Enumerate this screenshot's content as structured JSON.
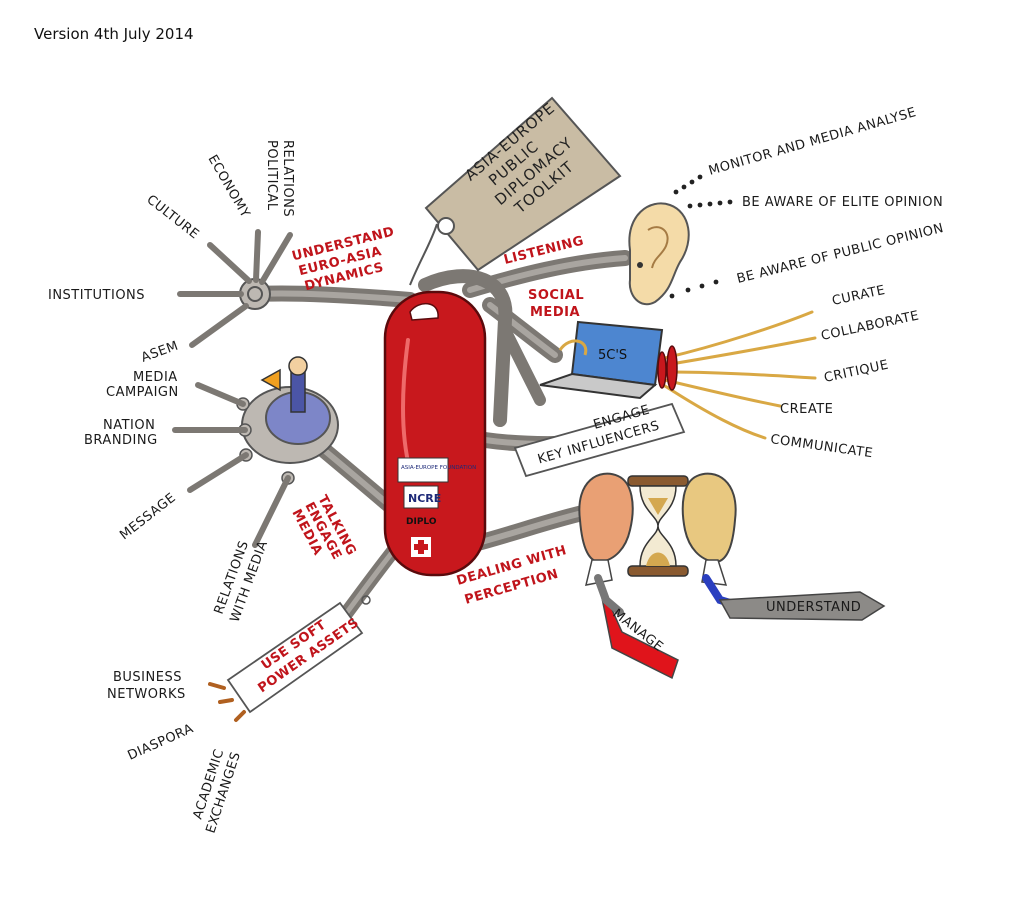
{
  "version": "Version 4th July 2014",
  "center_tag": [
    "ASIA-EUROPE",
    "PUBLIC",
    "DIPLOMACY",
    "TOOLKIT"
  ],
  "knife_logos": [
    "ASIA-EUROPE FOUNDATION",
    "NCRE",
    "DIPLO"
  ],
  "understand_branch": {
    "title": [
      "UNDERSTAND",
      "EURO-ASIA",
      "DYNAMICS"
    ],
    "items": [
      "POLITICAL",
      "RELATIONS",
      "ECONOMY",
      "CULTURE",
      "INSTITUTIONS",
      "ASEM"
    ]
  },
  "talking_branch": {
    "title": [
      "TALKING",
      "ENGAGE",
      "MEDIA"
    ],
    "items": [
      "MEDIA",
      "CAMPAIGN",
      "NATION",
      "BRANDING",
      "MESSAGE",
      "RELATIONS",
      "WITH MEDIA"
    ]
  },
  "soft_power_branch": {
    "title": [
      "USE SOFT",
      "POWER ASSETS"
    ],
    "items": [
      "BUSINESS",
      "NETWORKS",
      "DIASPORA",
      "ACADEMIC",
      "EXCHANGES"
    ]
  },
  "listening_branch": {
    "title": "LISTENING",
    "items": [
      "MONITOR AND MEDIA ANALYSE",
      "BE AWARE OF ELITE OPINION",
      "BE AWARE OF PUBLIC OPINION"
    ]
  },
  "social_media_branch": {
    "title": [
      "SOCIAL",
      "MEDIA"
    ],
    "screen": "5C'S",
    "items": [
      "CURATE",
      "COLLABORATE",
      "CRITIQUE",
      "CREATE",
      "COMMUNICATE"
    ]
  },
  "engage_branch": {
    "title": [
      "ENGAGE",
      "KEY INFLUENCERS"
    ]
  },
  "perception_branch": {
    "title": [
      "DEALING WITH",
      "PERCEPTION"
    ],
    "items": [
      "MANAGE",
      "UNDERSTAND"
    ]
  },
  "colors": {
    "knife_red": "#c8181d",
    "label_red": "#c0141b",
    "arm_grey": "#7c7873",
    "tag_tan": "#c9bca4",
    "wire_gold": "#d9a844"
  }
}
